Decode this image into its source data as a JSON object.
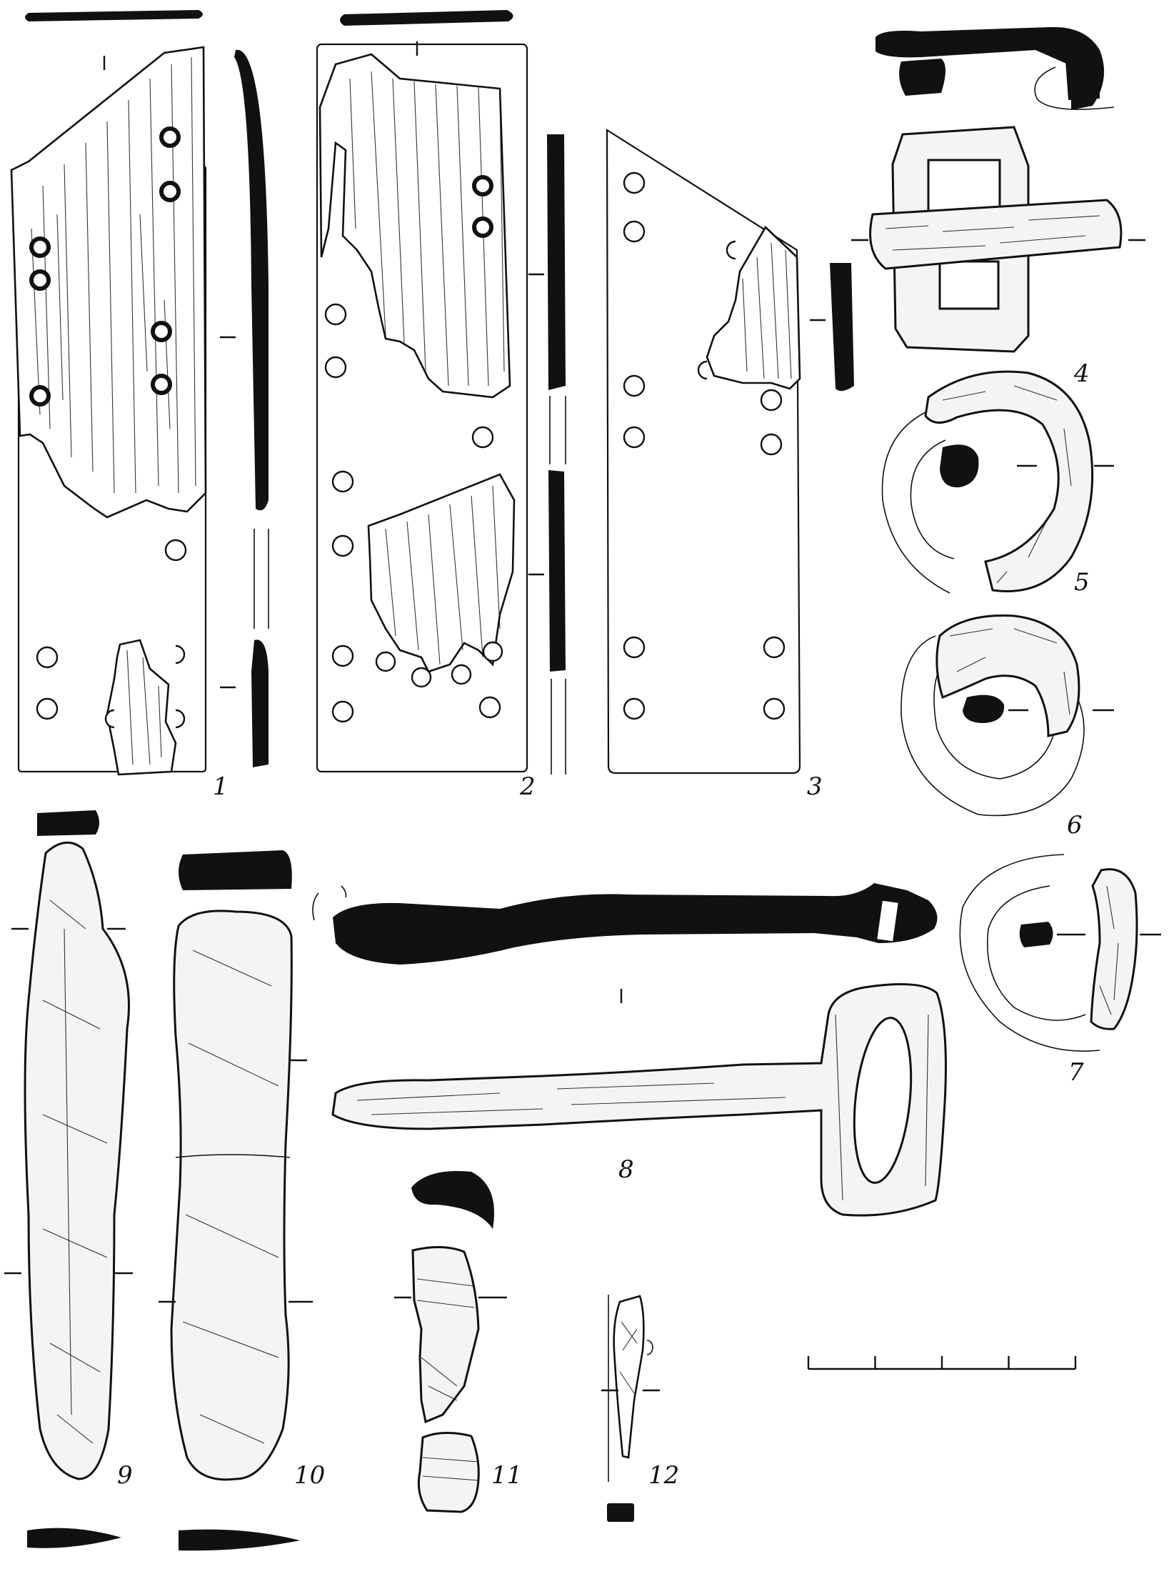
{
  "plate": {
    "figures": [
      {
        "id": "fig-1",
        "label": "1",
        "kind": "plank-with-rivet-holes"
      },
      {
        "id": "fig-2",
        "label": "2",
        "kind": "plank-with-rivet-holes"
      },
      {
        "id": "fig-3",
        "label": "3",
        "kind": "plank-with-rivet-holes"
      },
      {
        "id": "fig-4",
        "label": "4",
        "kind": "buckle"
      },
      {
        "id": "fig-5",
        "label": "5",
        "kind": "ring-fragment"
      },
      {
        "id": "fig-6",
        "label": "6",
        "kind": "ring-fragment"
      },
      {
        "id": "fig-7",
        "label": "7",
        "kind": "ring-fragment"
      },
      {
        "id": "fig-8",
        "label": "8",
        "kind": "key"
      },
      {
        "id": "fig-9",
        "label": "9",
        "kind": "iron-bar"
      },
      {
        "id": "fig-10",
        "label": "10",
        "kind": "iron-bar"
      },
      {
        "id": "fig-11",
        "label": "11",
        "kind": "handle-fragment"
      },
      {
        "id": "fig-12",
        "label": "12",
        "kind": "awl"
      }
    ],
    "scale_bar": {
      "divisions": 4
    }
  }
}
